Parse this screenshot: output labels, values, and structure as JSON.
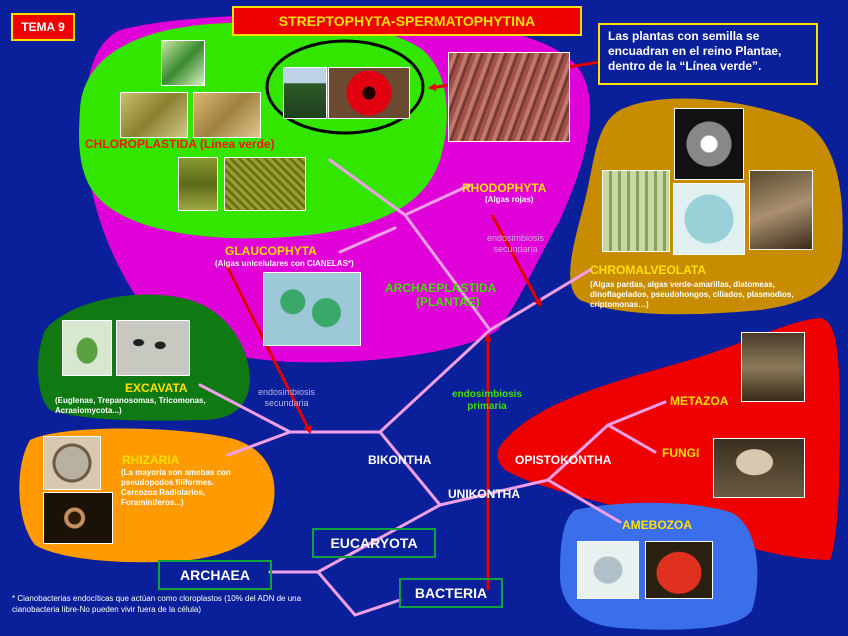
{
  "tema": "TEMA 9",
  "header_title": "STREPTOPHYTA-SPERMATOPHYTINA",
  "info_note": "Las plantas con semilla se encuadran en el reino Plantae, dentro de la “Línea verde”.",
  "groups": {
    "chloroplastida": "CHLOROPLASTIDA (Línea verde)",
    "rhodophyta": "RHODOPHYTA",
    "rhodophyta_sub": "(Algas rojas)",
    "glaucophyta": "GLAUCOPHYTA",
    "glaucophyta_sub": "(Algas unicelulares con CIANELAS*)",
    "archaeplastida": "ARCHAEPLASTIDA",
    "plantae": "(PLANTAE)",
    "chromalveolata": "CHROMALVEOLATA",
    "chromalveolata_sub": "(Algas pardas, algas verde-amarillas, diatomeas, dinoflagelados, pseudohongos, ciliados, plasmodios, criptomonas…)",
    "excavata": "EXCAVATA",
    "excavata_sub": "(Euglenas, Trepanosomas, Tricomonas, Acrasiomycota...)",
    "rhizaria": "RHIZARIA",
    "rhizaria_sub": "(La mayoría son amebas con pseudopodos filiformes. Cercozoa Radiolarios, Foraminiferos...)",
    "metazoa": "METAZOA",
    "fungi": "FUNGI",
    "opistokontha": "OPISTOKONTHA",
    "amebozoa": "AMEBOZOA",
    "bikontha": "BIKONTHA",
    "unikontha": "UNIKONTHA"
  },
  "endosymbiosis": {
    "secondary_top_1": "endosimbiosis",
    "secondary_top_2": "secundaria",
    "secondary_left_1": "endosimbiosis",
    "secondary_left_2": "secundaria",
    "primary_1": "endosimbiosis",
    "primary_2": "primaria"
  },
  "domains": {
    "eucaryota": "EUCARYOTA",
    "archaea": "ARCHAEA",
    "bacteria": "BACTERIA"
  },
  "footnote": "* Cianobacterias endocíticas que actúan como cloroplastos (10% del ADN de una cianobacteria libre-No pueden vivir fuera de la célula)",
  "colors": {
    "background": "#0a1f9a",
    "archaeplastida_region": "#e000d8",
    "chloroplastida_region": "#33e600",
    "chromalveolata_region": "#c88c00",
    "excavata_region": "#0f7a14",
    "rhizaria_region": "#ff9a00",
    "opistokontha_region": "#ee0000",
    "amebozoa_region": "#3a6eea",
    "tree_lines": "#f0a0e8",
    "arrows": "#e00000",
    "label_yellow": "#ffe000",
    "label_green": "#40e000",
    "label_red": "#ff1010"
  }
}
